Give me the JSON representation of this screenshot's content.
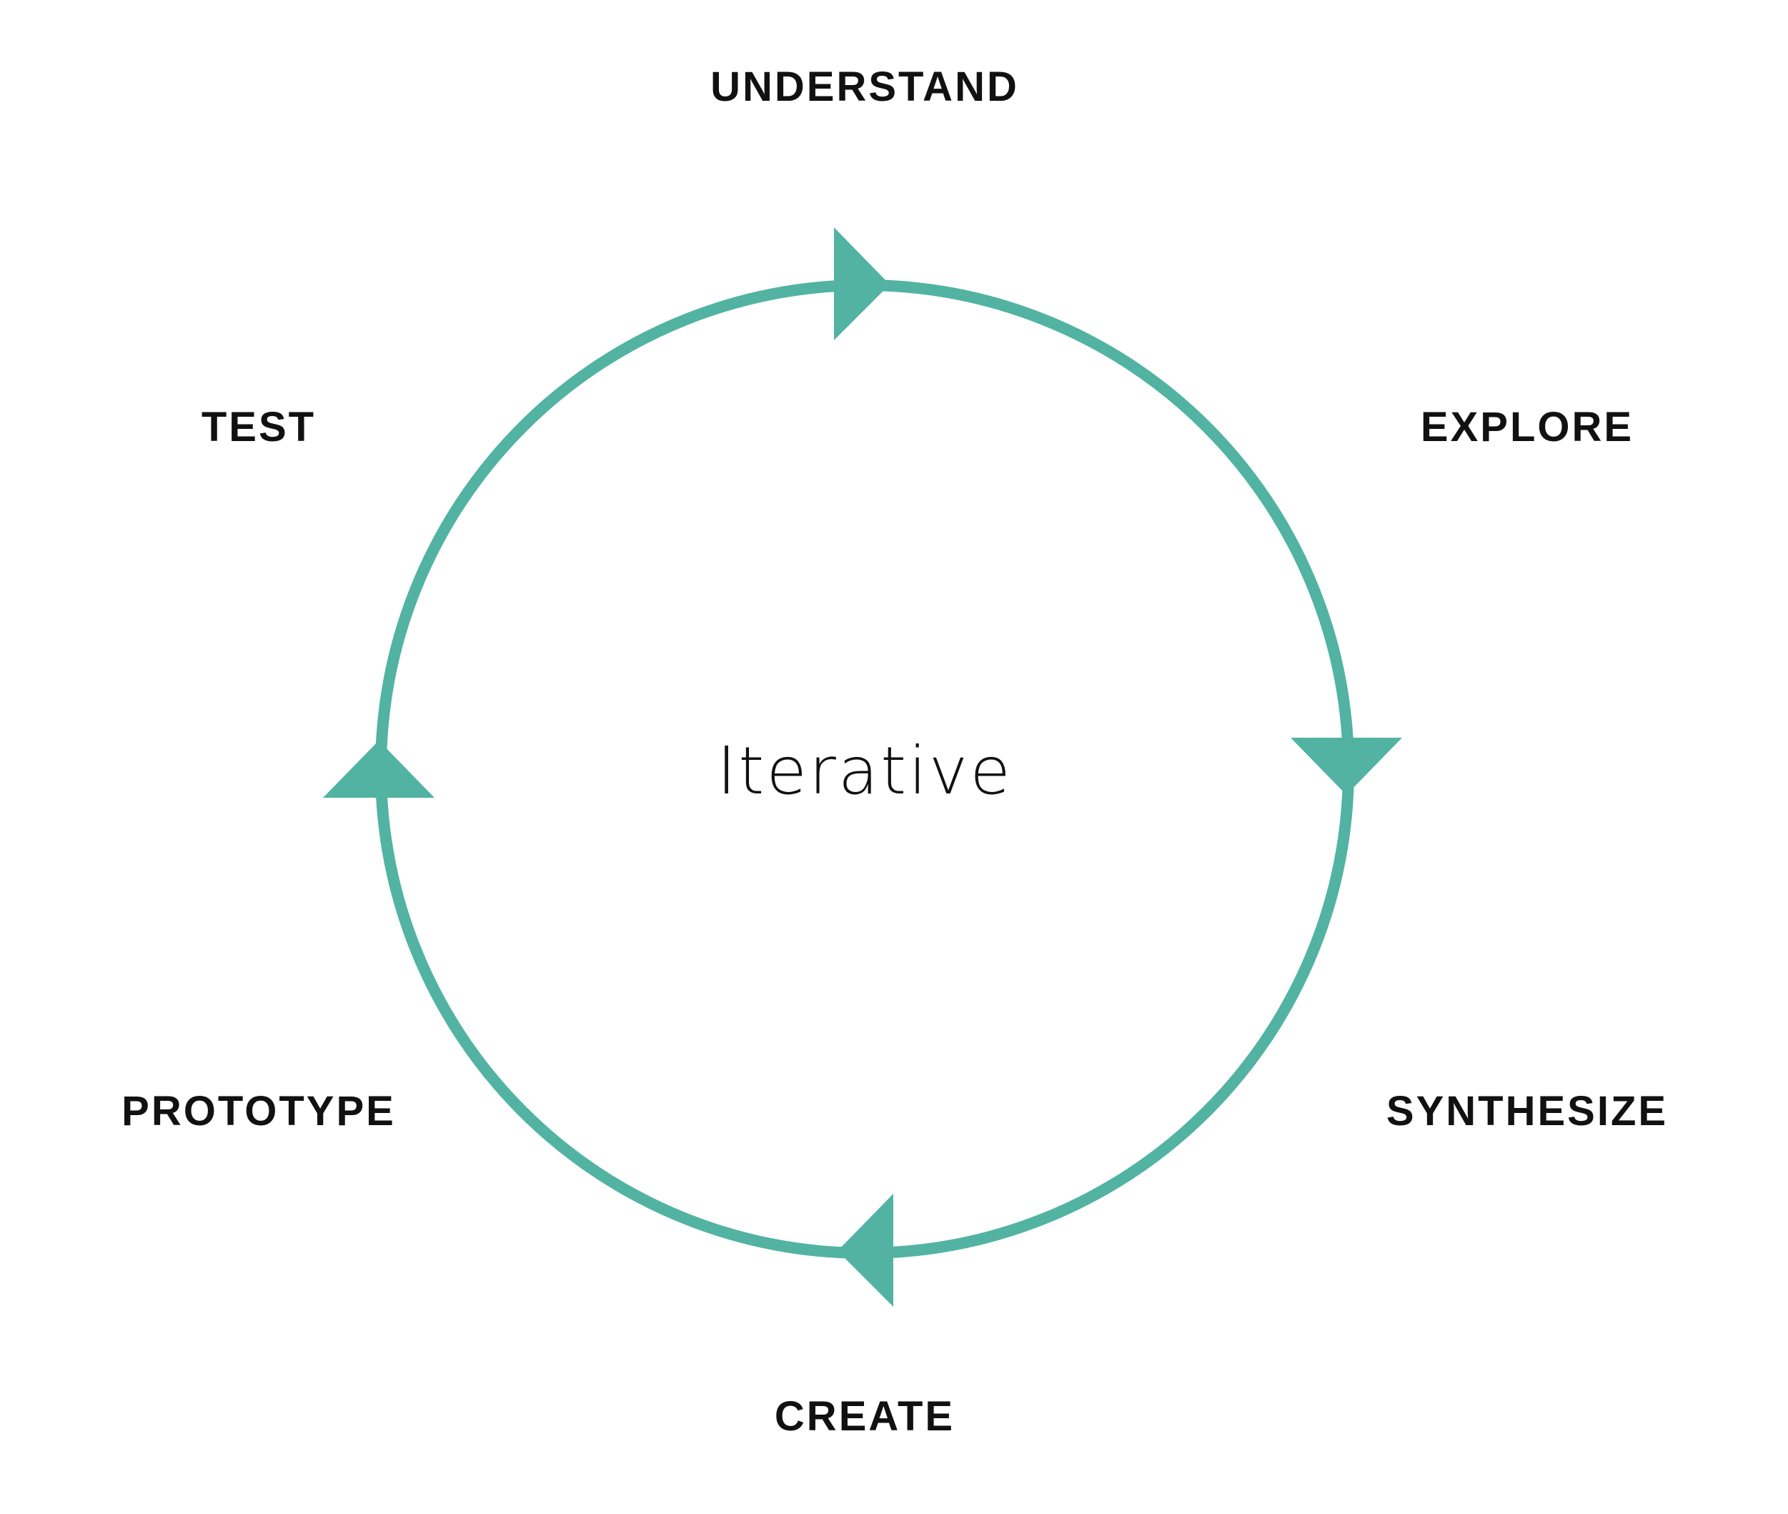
{
  "diagram": {
    "center_label": "Iterative",
    "accent_color": "#52b3a2",
    "text_color": "#111111",
    "stages": [
      {
        "id": "understand",
        "label": "UNDERSTAND"
      },
      {
        "id": "explore",
        "label": "EXPLORE"
      },
      {
        "id": "synthesize",
        "label": "SYNTHESIZE"
      },
      {
        "id": "create",
        "label": "CREATE"
      },
      {
        "id": "prototype",
        "label": "PROTOTYPE"
      },
      {
        "id": "test",
        "label": "TEST"
      }
    ],
    "arrows": [
      {
        "id": "arrow-top",
        "direction": "right"
      },
      {
        "id": "arrow-right",
        "direction": "down"
      },
      {
        "id": "arrow-bottom",
        "direction": "left"
      },
      {
        "id": "arrow-left",
        "direction": "up"
      }
    ]
  }
}
